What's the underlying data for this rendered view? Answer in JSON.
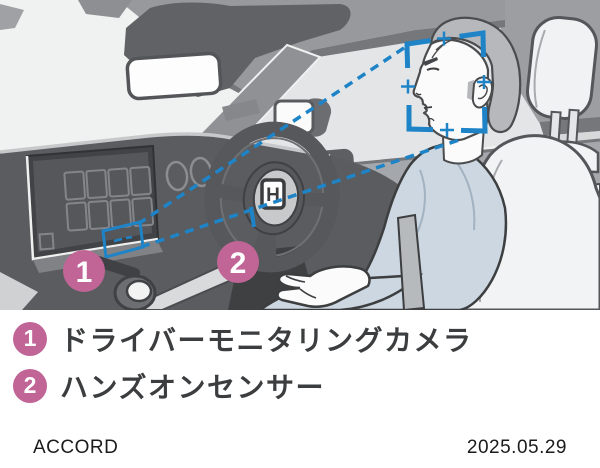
{
  "theme": {
    "accent_blue": "#1e84c7",
    "badge_pink": "#c06596"
  },
  "illustration": {
    "description": "Side view of car cabin: dashboard display with driver monitoring camera, steering wheel with hands-on sensor, driver face tracked by blue detection frame",
    "steering_wheel_logo": "H"
  },
  "legend": {
    "items": [
      {
        "number": "1",
        "label": "ドライバーモニタリングカメラ"
      },
      {
        "number": "2",
        "label": "ハンズオンセンサー"
      }
    ]
  },
  "footer": {
    "model_name": "ACCORD",
    "date": "2025.05.29"
  }
}
